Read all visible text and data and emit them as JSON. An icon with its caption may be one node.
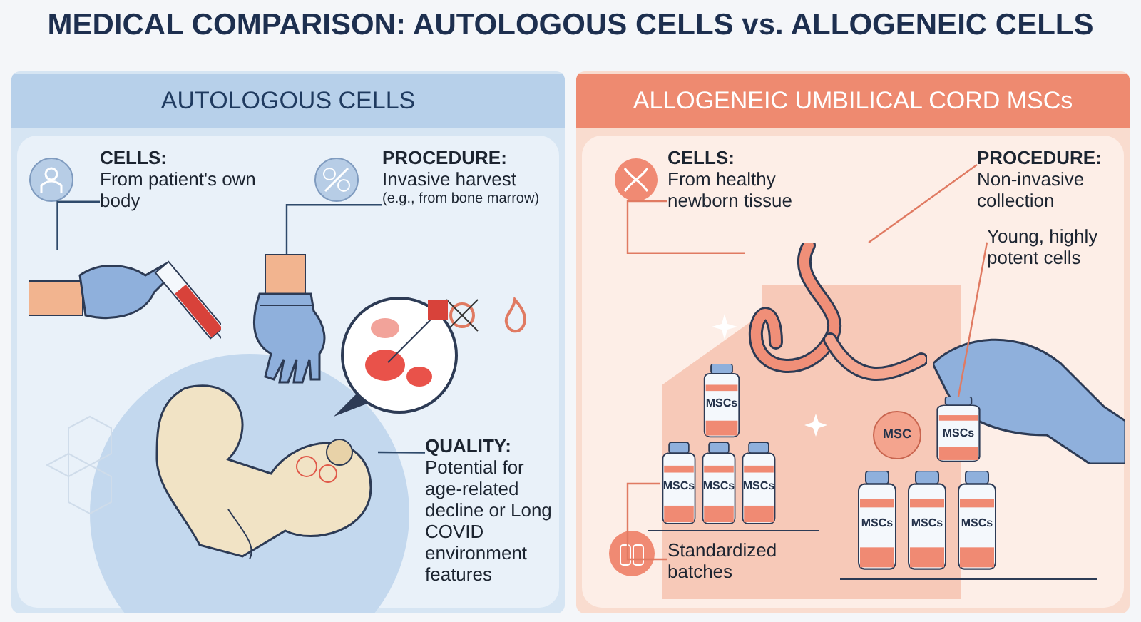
{
  "diagram": {
    "title": "MEDICAL COMPARISON: AUTOLOGOUS CELLS vs. ALLOGENEIC CELLS",
    "nodes": [
      {
        "text": [
          "AUTOLOGOUS CELLS"
        ]
      },
      {
        "text": [
          "CELLS:",
          "From patient's own body"
        ],
        "in": 0
      },
      {
        "text": [
          "PROCEDURE:",
          "Invasive harvest",
          "(e.g., from bone marrow)"
        ],
        "in": 0
      },
      {
        "text": [],
        "shape": "picture",
        "in": 0
      },
      {
        "text": [],
        "shape": "picture",
        "in": 0
      },
      {
        "text": [],
        "shape": "picture",
        "in": 0
      },
      {
        "text": [
          "QUALITY:",
          "Potential for age-related decline or Long COVID environment features"
        ],
        "in": 0
      },
      {
        "text": [
          "ALLOGENEIC UMBILICAL CORD MSCs"
        ]
      },
      {
        "text": [
          "CELLS:",
          "From healthy newborn tissue"
        ],
        "in": 7
      },
      {
        "text": [
          "PROCEDURE:",
          "Non-invasive collection"
        ],
        "in": 7
      },
      {
        "text": [
          "Young, highly potent cells"
        ],
        "in": 7
      },
      {
        "text": [],
        "shape": "picture",
        "in": 7
      },
      {
        "text": [
          "MSCs"
        ],
        "in": 7
      },
      {
        "text": [
          "MSCs"
        ],
        "in": 7
      },
      {
        "text": [
          "MSCs"
        ],
        "in": 7
      },
      {
        "text": [
          "MSCs"
        ],
        "in": 7
      },
      {
        "text": [
          "MSCs"
        ],
        "in": 7
      },
      {
        "text": [
          "MSC"
        ],
        "in": 7
      },
      {
        "text": [
          "MSCs"
        ],
        "in": 7
      },
      {
        "text": [
          "MSCs"
        ],
        "in": 7
      },
      {
        "text": [
          "MSCs"
        ],
        "in": 7
      },
      {
        "text": [
          "Standardized batches"
        ],
        "in": 7
      }
    ],
    "edges": [
      {
        "from": 1,
        "to": 3,
        "arrow": "none",
        "color": "#2f4a6b"
      },
      {
        "from": 2,
        "to": 4,
        "arrow": "none",
        "color": "#2f4a6b"
      },
      {
        "from": 6,
        "to": 5,
        "arrow": "none",
        "color": "#2f4a6b"
      },
      {
        "from": 8,
        "to": 11,
        "arrow": "none"
      },
      {
        "from": 9,
        "to": 11,
        "arrow": "none"
      },
      {
        "from": 10,
        "to": 12,
        "arrow": "none"
      },
      {
        "from": 21,
        "to": 14,
        "arrow": "none"
      }
    ]
  }
}
